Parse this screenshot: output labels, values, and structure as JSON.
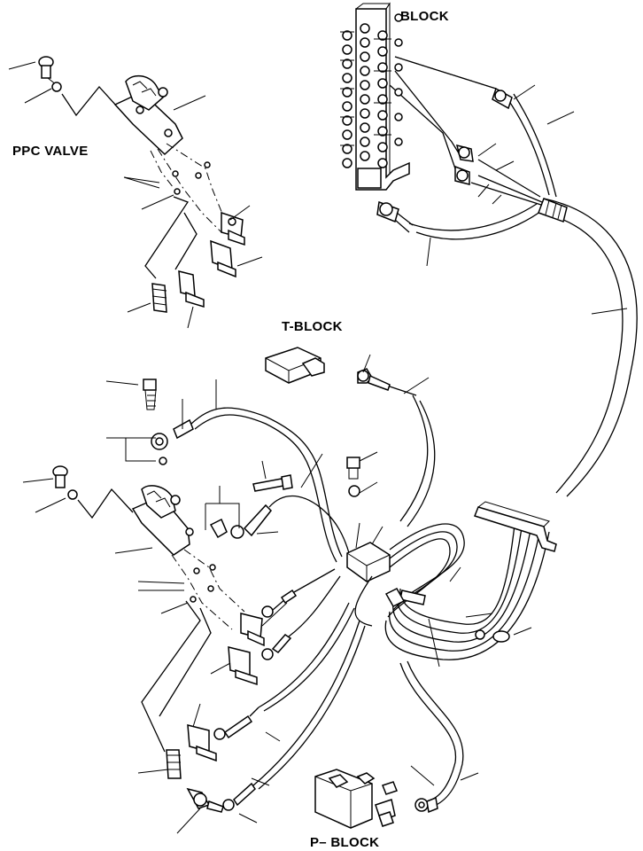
{
  "labels": {
    "block": "BLOCK",
    "ppc_valve": "PPC VALVE",
    "t_block": "T-BLOCK",
    "p_block": "P– BLOCK"
  }
}
